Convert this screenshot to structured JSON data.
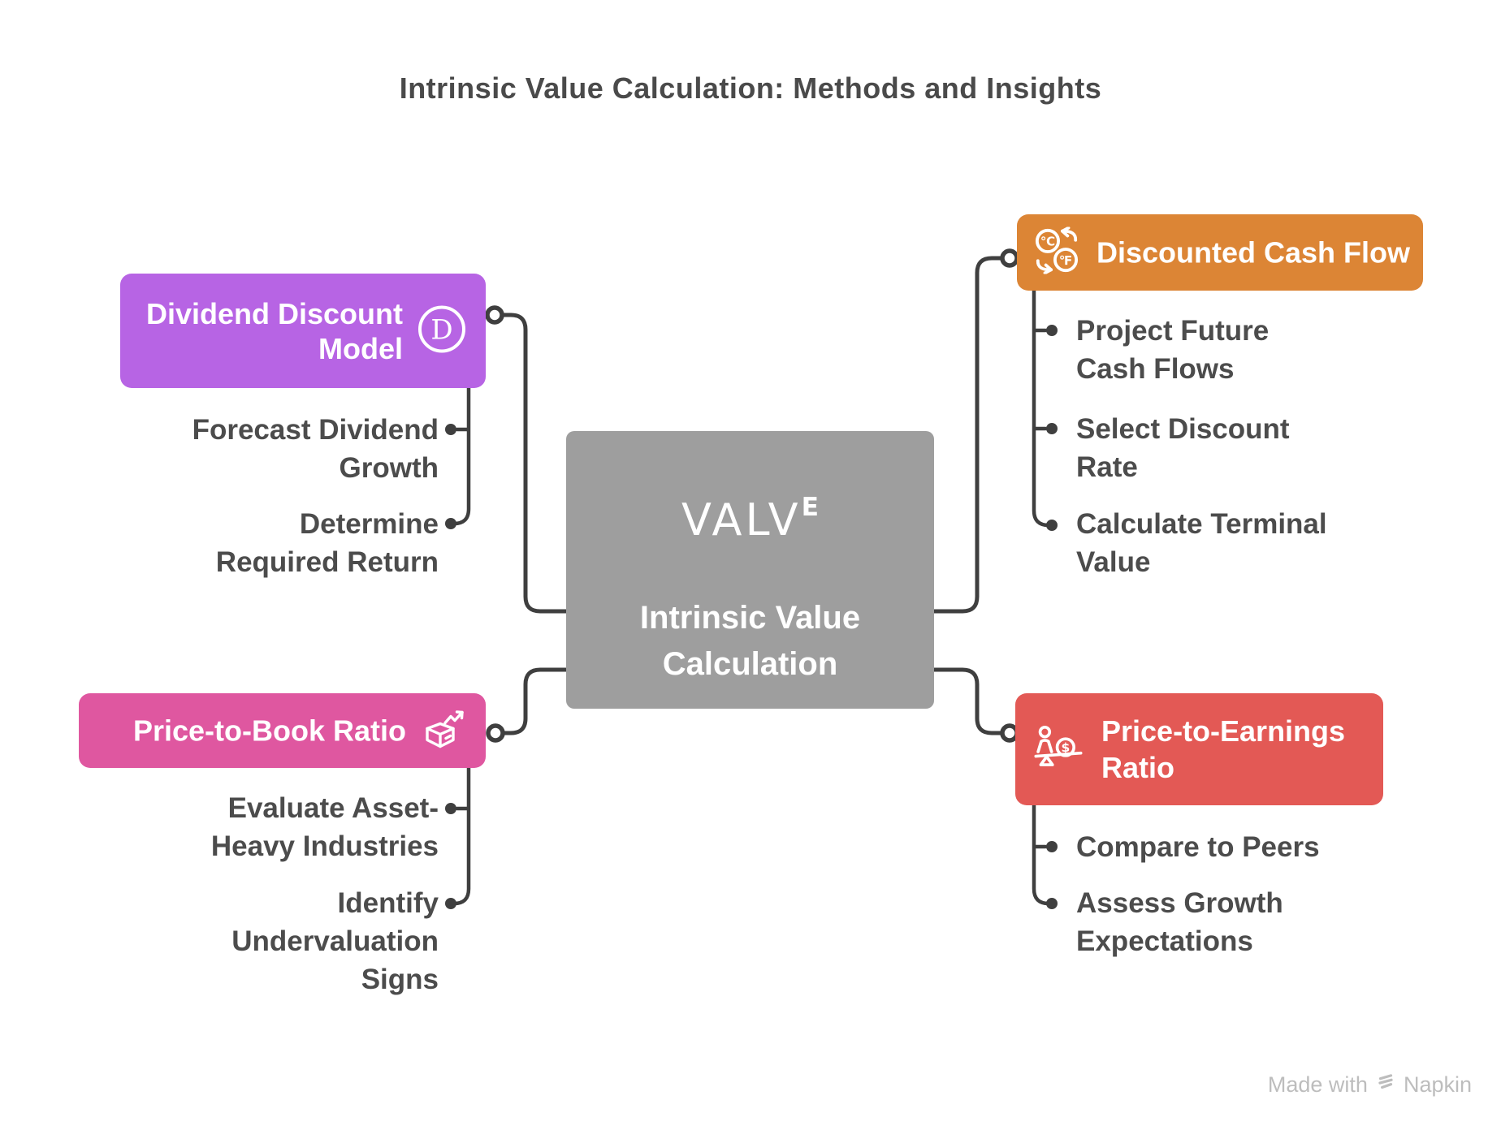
{
  "title": "Intrinsic Value Calculation: Methods and Insights",
  "center": {
    "logo_main": "VALV",
    "logo_sup": "E",
    "label": "Intrinsic Value Calculation",
    "color": "#9E9E9E"
  },
  "branches": [
    {
      "label": "Dividend Discount Model",
      "color": "#B764E4",
      "icon": "circled-d-icon",
      "items": [
        "Forecast Dividend Growth",
        "Determine Required Return"
      ]
    },
    {
      "label": "Discounted Cash Flow",
      "color": "#DC8535",
      "icon": "temperature-conversion-icon",
      "items": [
        "Project Future Cash Flows",
        "Select Discount Rate",
        "Calculate Terminal Value"
      ]
    },
    {
      "label": "Price-to-Book Ratio",
      "color": "#DF57A0",
      "icon": "open-box-growth-arrow-icon",
      "items": [
        "Evaluate Asset-Heavy Industries",
        "Identify Undervaluation Signs"
      ]
    },
    {
      "label": "Price-to-Earnings Ratio",
      "color": "#E35955",
      "icon": "person-money-balance-icon",
      "items": [
        "Compare to Peers",
        "Assess Growth Expectations"
      ]
    }
  ],
  "footer": {
    "made_with": "Made with",
    "brand": "Napkin"
  },
  "connector_color": "#3F3F3F",
  "text_color": "#4C4C4C"
}
